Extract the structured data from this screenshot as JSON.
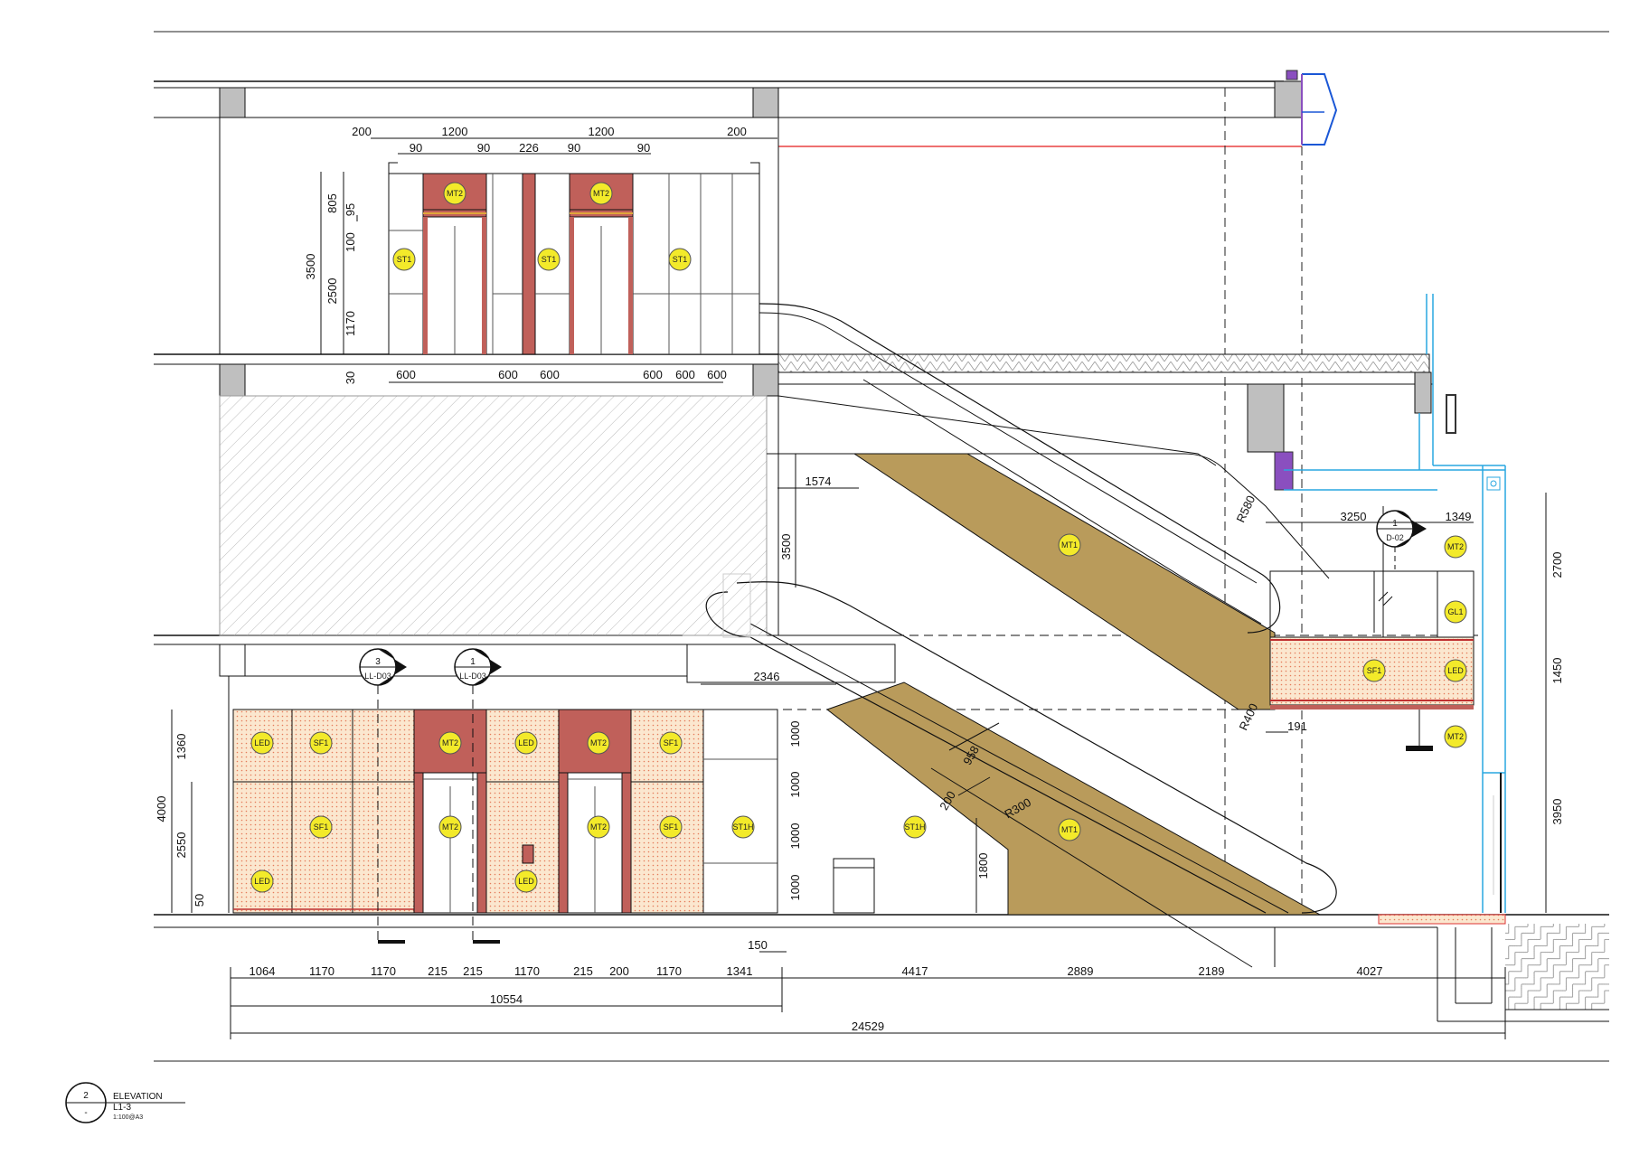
{
  "drawing": {
    "title_block": {
      "number": "2",
      "sheet": "-",
      "title": "ELEVATION",
      "level": "L1-3",
      "scale": "1:100@A3"
    },
    "section_markers": [
      {
        "number": "3",
        "ref": "LL-D03"
      },
      {
        "number": "1",
        "ref": "LL-D03"
      },
      {
        "number": "1",
        "ref": "D-02"
      }
    ],
    "material_tags": {
      "upper": [
        "MT2",
        "MT2",
        "ST1",
        "ST1",
        "ST1"
      ],
      "escalator": [
        "MT1",
        "MT1"
      ],
      "right": [
        "MT2",
        "GL1",
        "SF1",
        "LED",
        "MT2"
      ],
      "ground_top": [
        "LED",
        "SF1",
        "MT2",
        "LED",
        "MT2",
        "SF1"
      ],
      "ground_mid": [
        "SF1",
        "MT2",
        "MT2",
        "SF1",
        "ST1H",
        "ST1H"
      ],
      "ground_low": [
        "LED",
        "LED"
      ]
    },
    "dimensions": {
      "upper_top": [
        "200",
        "1200",
        "1200",
        "200"
      ],
      "upper_sub": [
        "90",
        "90",
        "226",
        "90",
        "90"
      ],
      "upper_vertical": [
        "805",
        "95",
        "100",
        "3500",
        "2500",
        "1170",
        "30"
      ],
      "upper_bottom": [
        "600",
        "600",
        "600",
        "600",
        "600",
        "600"
      ],
      "mid": [
        "1574",
        "3500",
        "2346",
        "3250",
        "1349",
        "R580",
        "R400",
        "191",
        "958",
        "200",
        "R300",
        "1800",
        "150"
      ],
      "mid_vertical": [
        "1000",
        "1000",
        "1000",
        "1000"
      ],
      "right_vertical": [
        "2700",
        "1450",
        "3950"
      ],
      "left_vertical": [
        "1360",
        "4000",
        "2550",
        "50"
      ],
      "bottom_row": [
        "1064",
        "1170",
        "1170",
        "215",
        "215",
        "1170",
        "215",
        "200",
        "1170",
        "1341",
        "4417",
        "2889",
        "2189",
        "4027"
      ],
      "bottom_total_1": "10554",
      "bottom_total_2": "24529"
    }
  }
}
